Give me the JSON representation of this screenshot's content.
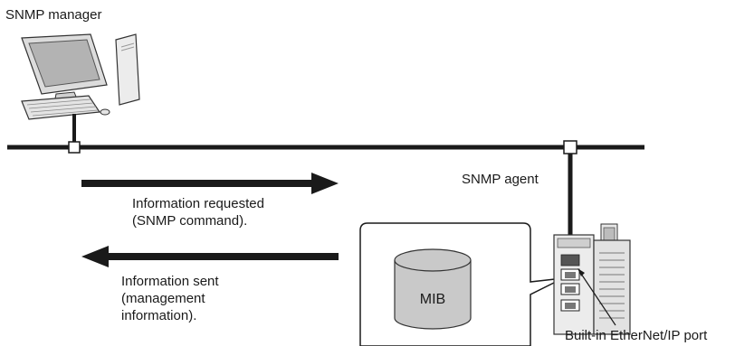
{
  "labels": {
    "snmp_manager": "SNMP manager",
    "snmp_agent": "SNMP agent",
    "request": "Information requested\n(SNMP command).",
    "sent": "Information sent\n(management\ninformation).",
    "mib": "MIB",
    "port": "Built-in EtherNet/IP port"
  },
  "colors": {
    "line": "#1a1a1a",
    "computer_fill": "#e6e6e6",
    "screen_fill": "#b9b9b9",
    "mib_fill": "#c9c9c9"
  }
}
